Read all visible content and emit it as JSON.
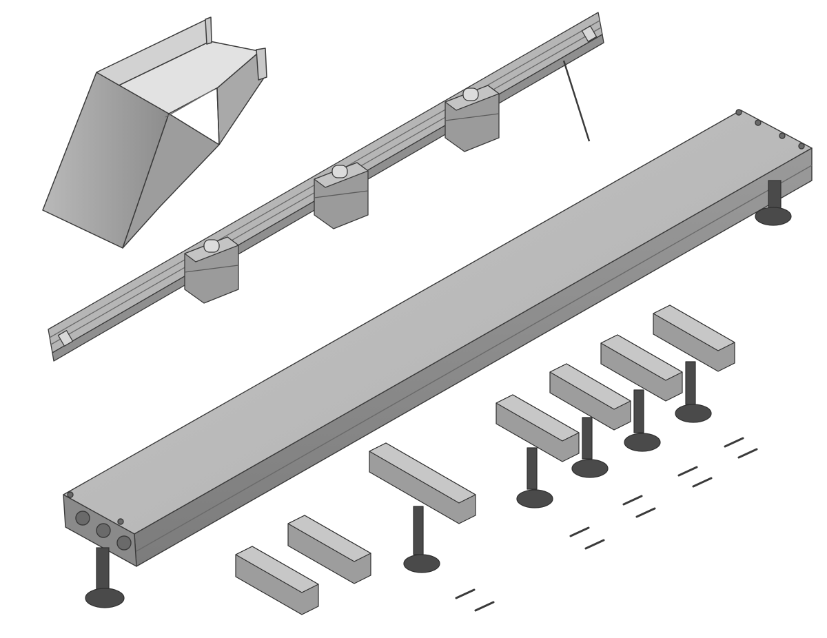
{
  "image": {
    "kind": "exploded-view product illustration (technical drawing)",
    "background": "#ffffff",
    "colors": {
      "metal_light": "#c9c9c9",
      "metal_mid": "#a9a9a9",
      "metal_dark": "#6f6f6f",
      "outline": "#3a3a3a",
      "support_dark": "#4a4a4a"
    },
    "parts": {
      "chute": 1,
      "mounting_rail": 1,
      "rail_clamps": 3,
      "cover_tray": 1,
      "tall_supports": 5,
      "low_clamp_blocks": 2,
      "screws": 12
    }
  }
}
